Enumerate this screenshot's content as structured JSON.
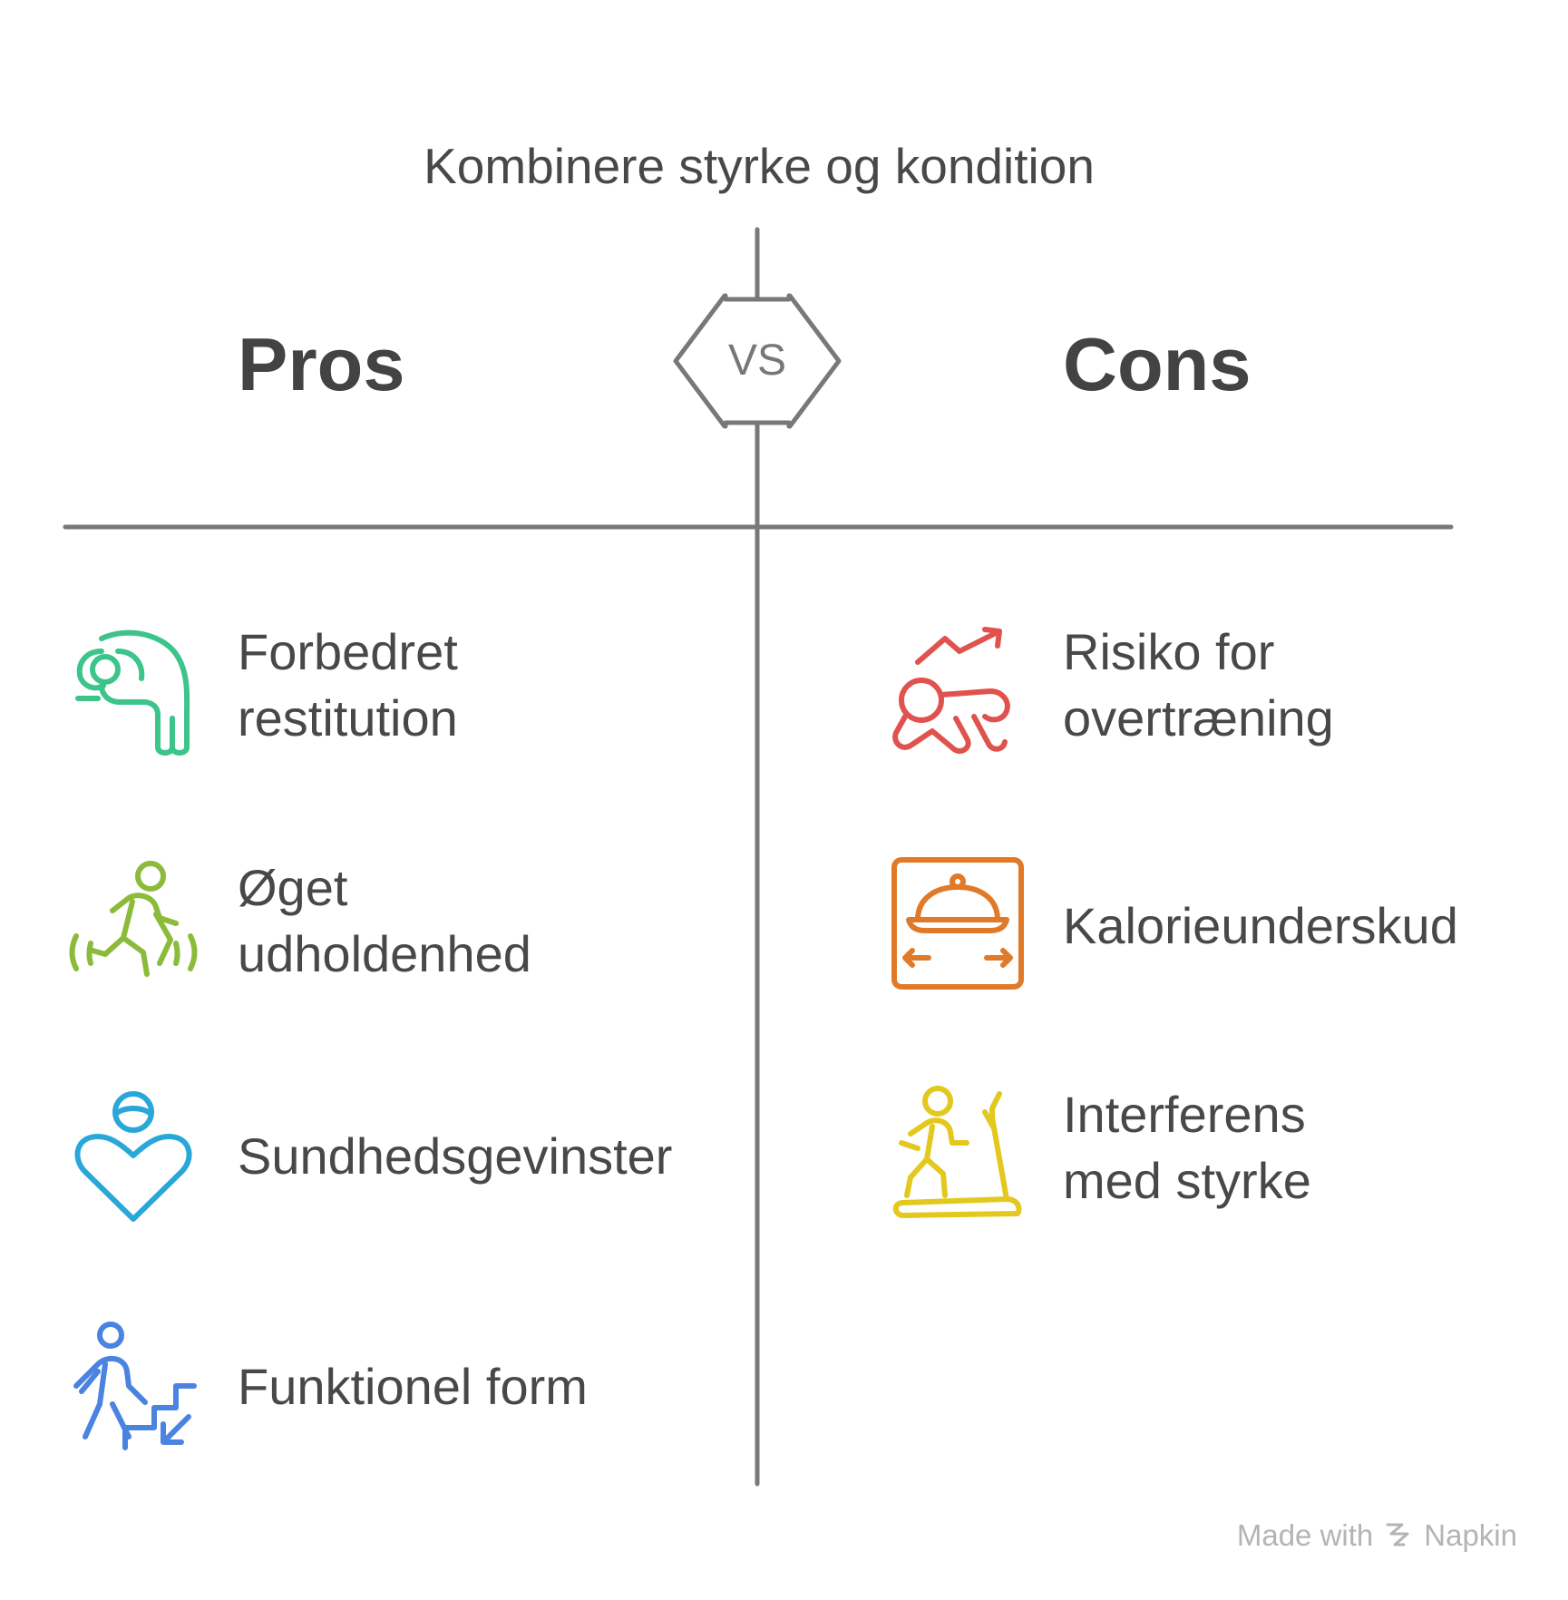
{
  "title": "Kombinere styrke og kondition",
  "vs_label": "VS",
  "pros": {
    "heading": "Pros",
    "items": [
      {
        "label": "Forbedret\nrestitution",
        "icon": "recovery-icon",
        "color": "#3cc48a"
      },
      {
        "label": "Øget\nudholdenhed",
        "icon": "endurance-runner-icon",
        "color": "#8bbb3a"
      },
      {
        "label": "Sundhedsgevinster",
        "icon": "health-heart-icon",
        "color": "#2aa7d9"
      },
      {
        "label": "Funktionel form",
        "icon": "stairs-climber-icon",
        "color": "#4a83e0"
      }
    ]
  },
  "cons": {
    "heading": "Cons",
    "items": [
      {
        "label": "Risiko for\novertræning",
        "icon": "overtraining-icon",
        "color": "#e0524e"
      },
      {
        "label": "Kalorieunderskud",
        "icon": "calorie-tray-icon",
        "color": "#e07a28"
      },
      {
        "label": "Interferens\nmed styrke",
        "icon": "treadmill-icon",
        "color": "#e3c81e"
      }
    ]
  },
  "footer": {
    "made_with": "Made with",
    "brand": "Napkin"
  },
  "colors": {
    "line": "#787878",
    "text": "#484848",
    "footer": "#b4b4b4"
  }
}
